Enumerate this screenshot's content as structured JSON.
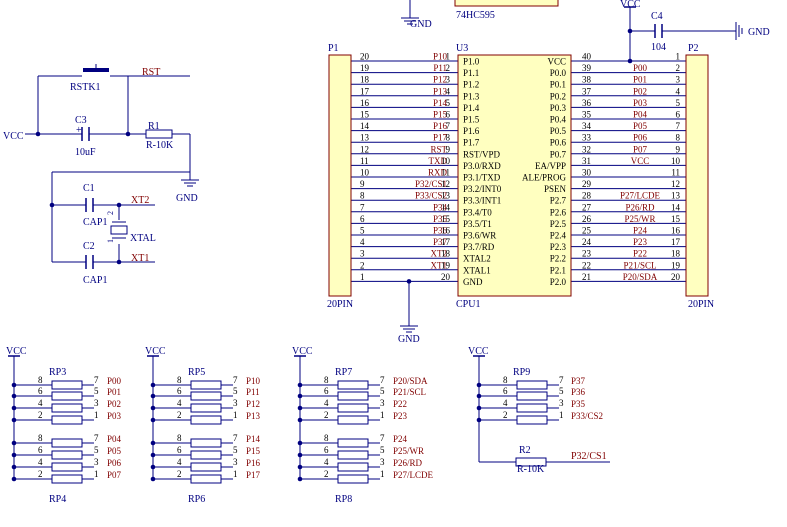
{
  "colors": {
    "wire": "#000080",
    "pin": "#000000",
    "label": "#000080",
    "netlabel": "#800000",
    "chip_fill": "#ffffc0",
    "chip_border": "#800000",
    "background": "#ffffff"
  },
  "top": {
    "gnd_top": "GND",
    "chip_74hc595": "74HC595",
    "vcc_top": "VCC",
    "c4_name": "C4",
    "c4_value": "104",
    "gnd_right": "GND"
  },
  "reset": {
    "vcc": "VCC",
    "rstk_name": "RSTK1",
    "rst_net": "RST",
    "c3_name": "C3",
    "c3_value": "10uF",
    "plus": "+",
    "r1_name": "R1",
    "r1_value": "R-10K",
    "gnd": "GND"
  },
  "clock": {
    "c1_name": "C1",
    "c1_value": "CAP1",
    "c2_name": "C2",
    "c2_value": "CAP1",
    "xt2_net": "XT2",
    "xt1_net": "XT1",
    "crystal": "XTAL",
    "pin1": "1",
    "pin2": "2"
  },
  "p1": {
    "name": "P1",
    "footer": "20PIN",
    "rows": [
      {
        "num": "20",
        "net": "P10"
      },
      {
        "num": "19",
        "net": "P11"
      },
      {
        "num": "18",
        "net": "P12"
      },
      {
        "num": "17",
        "net": "P13"
      },
      {
        "num": "16",
        "net": "P14"
      },
      {
        "num": "15",
        "net": "P15"
      },
      {
        "num": "14",
        "net": "P16"
      },
      {
        "num": "13",
        "net": "P17"
      },
      {
        "num": "12",
        "net": "RST"
      },
      {
        "num": "11",
        "net": "TXD"
      },
      {
        "num": "10",
        "net": "RXD"
      },
      {
        "num": "9",
        "net": "P32/CS1"
      },
      {
        "num": "8",
        "net": "P33/CS2"
      },
      {
        "num": "7",
        "net": "P34"
      },
      {
        "num": "6",
        "net": "P35"
      },
      {
        "num": "5",
        "net": "P36"
      },
      {
        "num": "4",
        "net": "P37"
      },
      {
        "num": "3",
        "net": "XT2"
      },
      {
        "num": "2",
        "net": "XT1"
      },
      {
        "num": "1",
        "net": ""
      }
    ]
  },
  "u3": {
    "name": "U3",
    "footer": "CPU1",
    "gnd": "GND",
    "left_pins": [
      {
        "num": "1",
        "name": "P1.0"
      },
      {
        "num": "2",
        "name": "P1.1"
      },
      {
        "num": "3",
        "name": "P1.2"
      },
      {
        "num": "4",
        "name": "P1.3"
      },
      {
        "num": "5",
        "name": "P1.4"
      },
      {
        "num": "6",
        "name": "P1.5"
      },
      {
        "num": "7",
        "name": "P1.6"
      },
      {
        "num": "8",
        "name": "P1.7"
      },
      {
        "num": "9",
        "name": "RST/VPD"
      },
      {
        "num": "10",
        "name": "P3.0/RXD"
      },
      {
        "num": "11",
        "name": "P3.1/TXD"
      },
      {
        "num": "12",
        "name": "P3.2/INT0"
      },
      {
        "num": "13",
        "name": "P3.3/INT1"
      },
      {
        "num": "14",
        "name": "P3.4/T0"
      },
      {
        "num": "15",
        "name": "P3.5/T1"
      },
      {
        "num": "16",
        "name": "P3.6/WR"
      },
      {
        "num": "17",
        "name": "P3.7/RD"
      },
      {
        "num": "18",
        "name": "XTAL2"
      },
      {
        "num": "19",
        "name": "XTAL1"
      },
      {
        "num": "20",
        "name": "GND"
      }
    ],
    "right_pins": [
      {
        "num": "40",
        "name": "VCC"
      },
      {
        "num": "39",
        "name": "P0.0"
      },
      {
        "num": "38",
        "name": "P0.1"
      },
      {
        "num": "37",
        "name": "P0.2"
      },
      {
        "num": "36",
        "name": "P0.3"
      },
      {
        "num": "35",
        "name": "P0.4"
      },
      {
        "num": "34",
        "name": "P0.5"
      },
      {
        "num": "33",
        "name": "P0.6"
      },
      {
        "num": "32",
        "name": "P0.7"
      },
      {
        "num": "31",
        "name": "EA/VPP"
      },
      {
        "num": "30",
        "name": "ALE/PROG"
      },
      {
        "num": "29",
        "name": "PSEN"
      },
      {
        "num": "28",
        "name": "P2.7"
      },
      {
        "num": "27",
        "name": "P2.6"
      },
      {
        "num": "26",
        "name": "P2.5"
      },
      {
        "num": "25",
        "name": "P2.4"
      },
      {
        "num": "24",
        "name": "P2.3"
      },
      {
        "num": "23",
        "name": "P2.2"
      },
      {
        "num": "22",
        "name": "P2.1"
      },
      {
        "num": "21",
        "name": "P2.0"
      }
    ]
  },
  "p2": {
    "name": "P2",
    "footer": "20PIN",
    "rows": [
      {
        "num": "1",
        "net": ""
      },
      {
        "num": "2",
        "net": "P00"
      },
      {
        "num": "3",
        "net": "P01"
      },
      {
        "num": "4",
        "net": "P02"
      },
      {
        "num": "5",
        "net": "P03"
      },
      {
        "num": "6",
        "net": "P04"
      },
      {
        "num": "7",
        "net": "P05"
      },
      {
        "num": "8",
        "net": "P06"
      },
      {
        "num": "9",
        "net": "P07"
      },
      {
        "num": "10",
        "net": "VCC"
      },
      {
        "num": "11",
        "net": ""
      },
      {
        "num": "12",
        "net": ""
      },
      {
        "num": "13",
        "net": "P27/LCDE"
      },
      {
        "num": "14",
        "net": "P26/RD"
      },
      {
        "num": "15",
        "net": "P25/WR"
      },
      {
        "num": "16",
        "net": "P24"
      },
      {
        "num": "17",
        "net": "P23"
      },
      {
        "num": "18",
        "net": "P22"
      },
      {
        "num": "19",
        "net": "P21/SCL"
      },
      {
        "num": "20",
        "net": "P20/SDA"
      }
    ]
  },
  "resistor_networks": [
    {
      "vcc": "VCC",
      "top_name": "RP3",
      "bottom_name": "RP4",
      "nets": [
        "P00",
        "P01",
        "P02",
        "P03",
        "P04",
        "P05",
        "P06",
        "P07"
      ]
    },
    {
      "vcc": "VCC",
      "top_name": "RP5",
      "bottom_name": "RP6",
      "nets": [
        "P10",
        "P11",
        "P12",
        "P13",
        "P14",
        "P15",
        "P16",
        "P17"
      ]
    },
    {
      "vcc": "VCC",
      "top_name": "RP7",
      "bottom_name": "RP8",
      "nets": [
        "P20/SDA",
        "P21/SCL",
        "P22",
        "P23",
        "P24",
        "P25/WR",
        "P26/RD",
        "P27/LCDE"
      ]
    }
  ],
  "rp9": {
    "vcc": "VCC",
    "name": "RP9",
    "nets": [
      "P37",
      "P36",
      "P35",
      "P33/CS2"
    ],
    "r2_name": "R2",
    "r2_value": "R-10K",
    "r2_net": "P32/CS1"
  },
  "rp_pin_numbers": {
    "left": [
      "8",
      "6",
      "4",
      "2"
    ],
    "right": [
      "7",
      "5",
      "3",
      "1"
    ]
  }
}
